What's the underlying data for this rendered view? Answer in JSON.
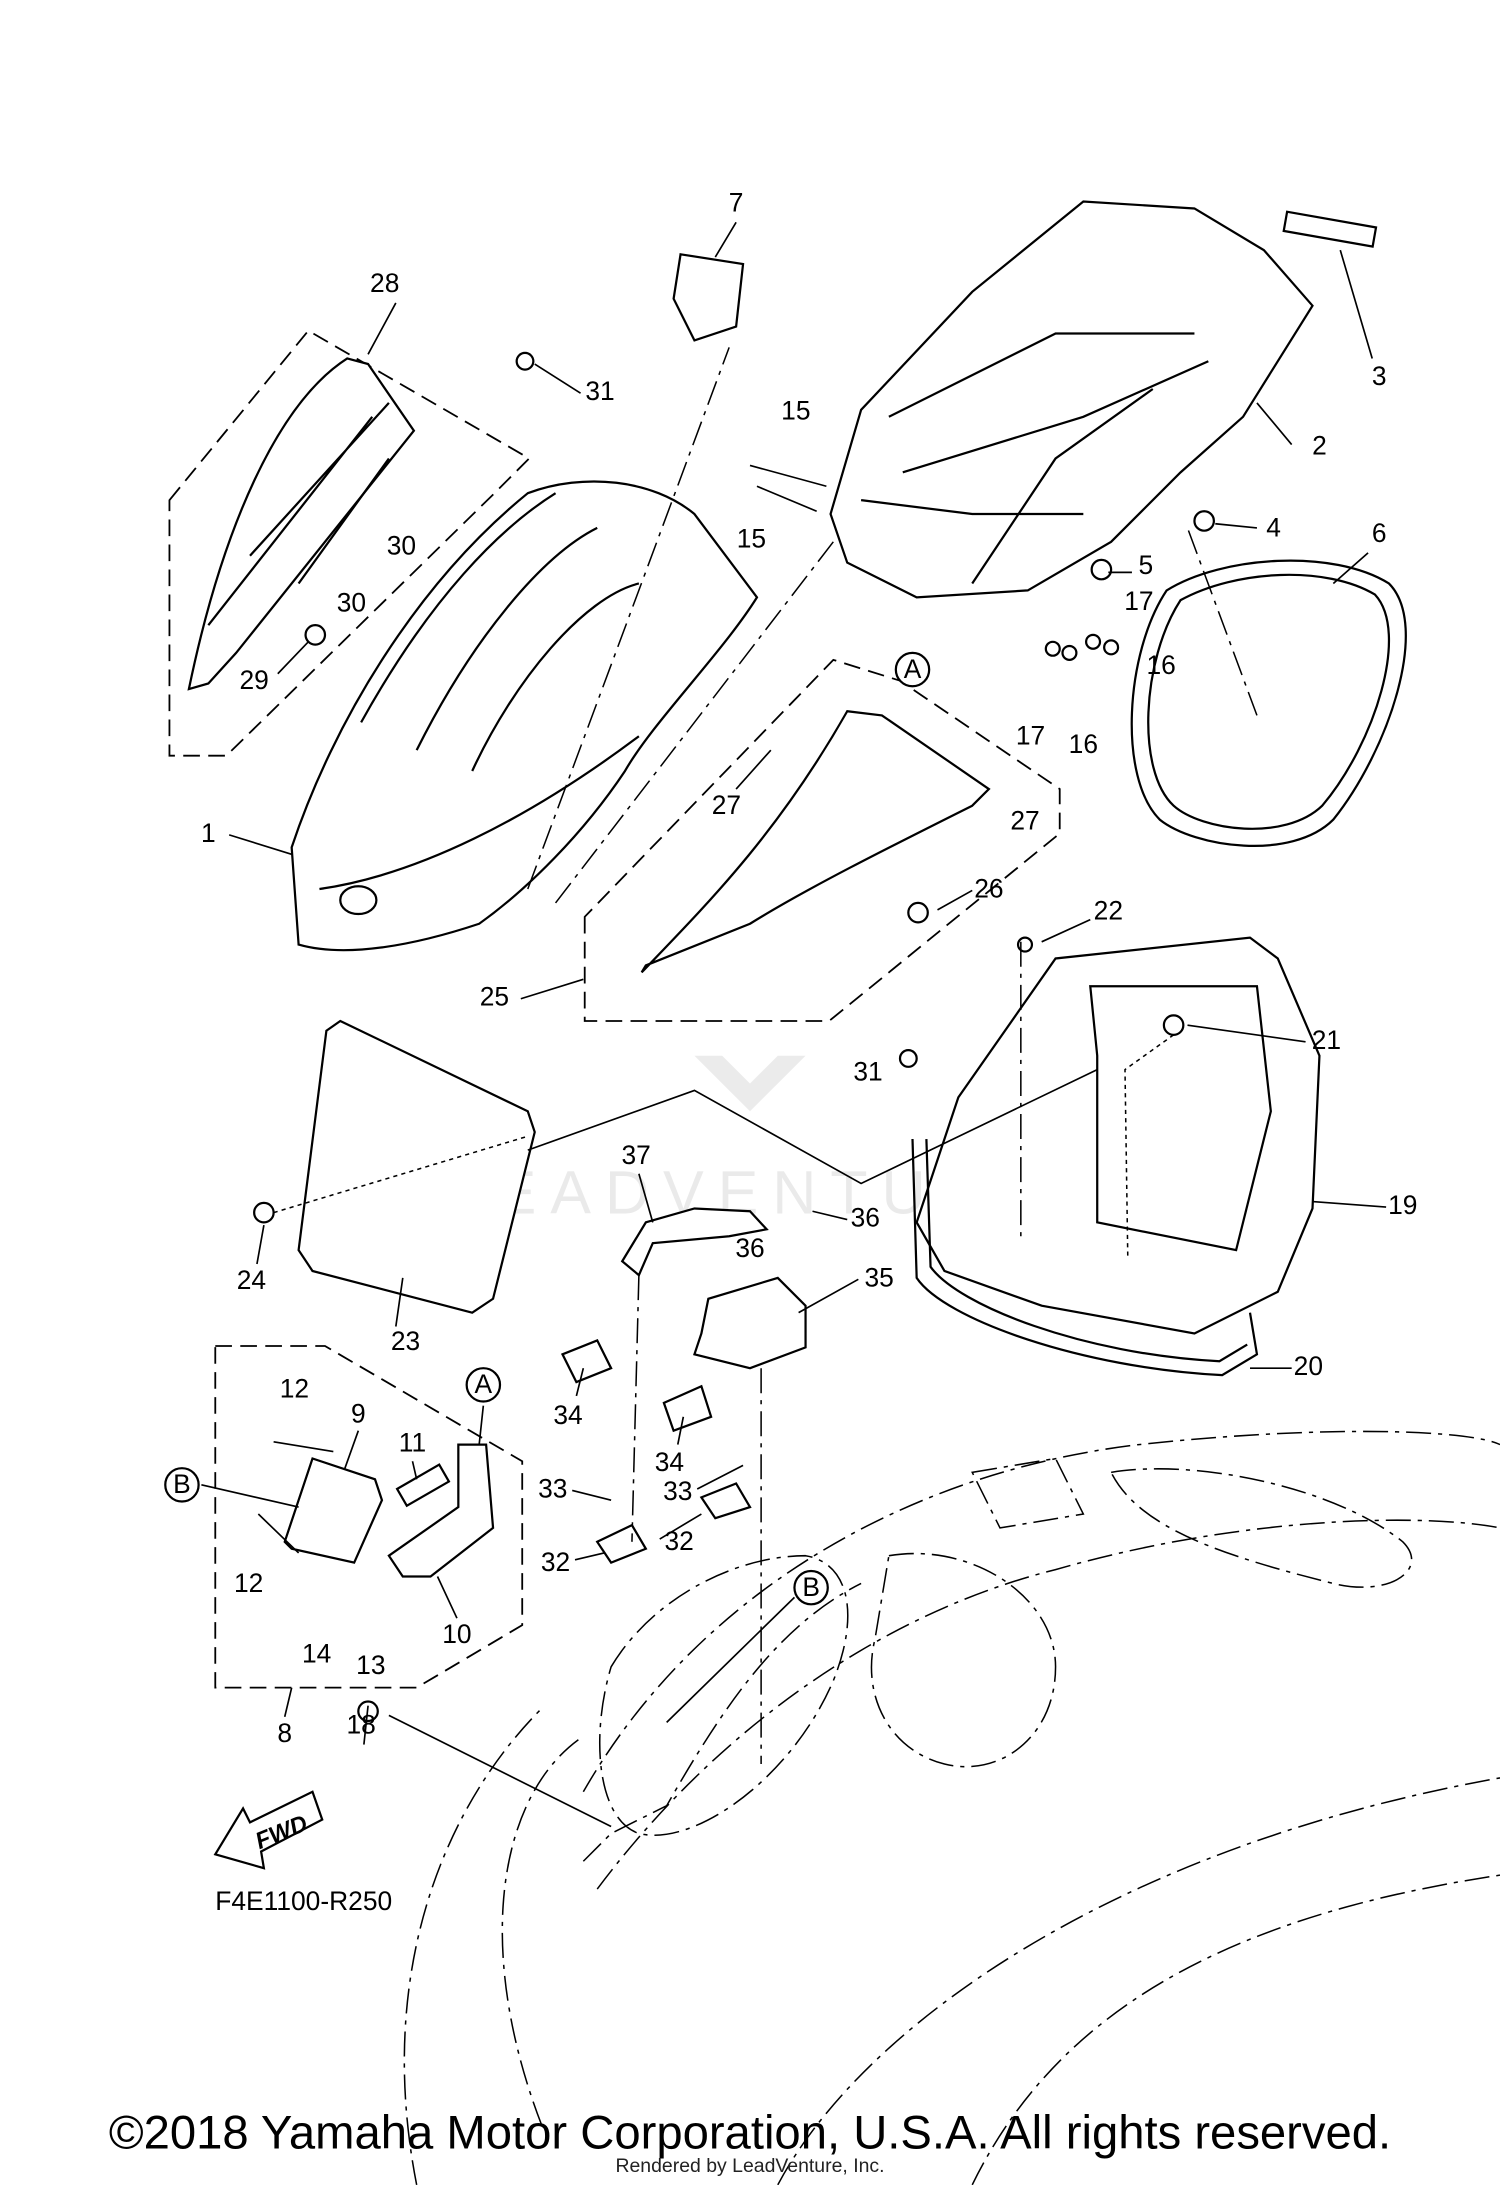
{
  "diagram": {
    "drawing_code": "F4E1100-R250",
    "copyright": "©2018 Yamaha Motor Corporation, U.S.A. All rights reserved.",
    "rendered_by": "Rendered by LeadVenture, Inc.",
    "fwd_arrow_label": "FWD",
    "watermark": "LEADVENTURE",
    "callouts": [
      "7",
      "28",
      "31",
      "3",
      "15",
      "15",
      "2",
      "4",
      "30",
      "30",
      "5",
      "6",
      "17",
      "16",
      "17",
      "16",
      "29",
      "A",
      "27",
      "27",
      "1",
      "26",
      "22",
      "25",
      "21",
      "31",
      "19",
      "37",
      "36",
      "36",
      "35",
      "24",
      "23",
      "20",
      "A",
      "12",
      "9",
      "34",
      "B",
      "11",
      "34",
      "33",
      "33",
      "32",
      "32",
      "12",
      "14",
      "13",
      "10",
      "8",
      "B",
      "18"
    ]
  }
}
